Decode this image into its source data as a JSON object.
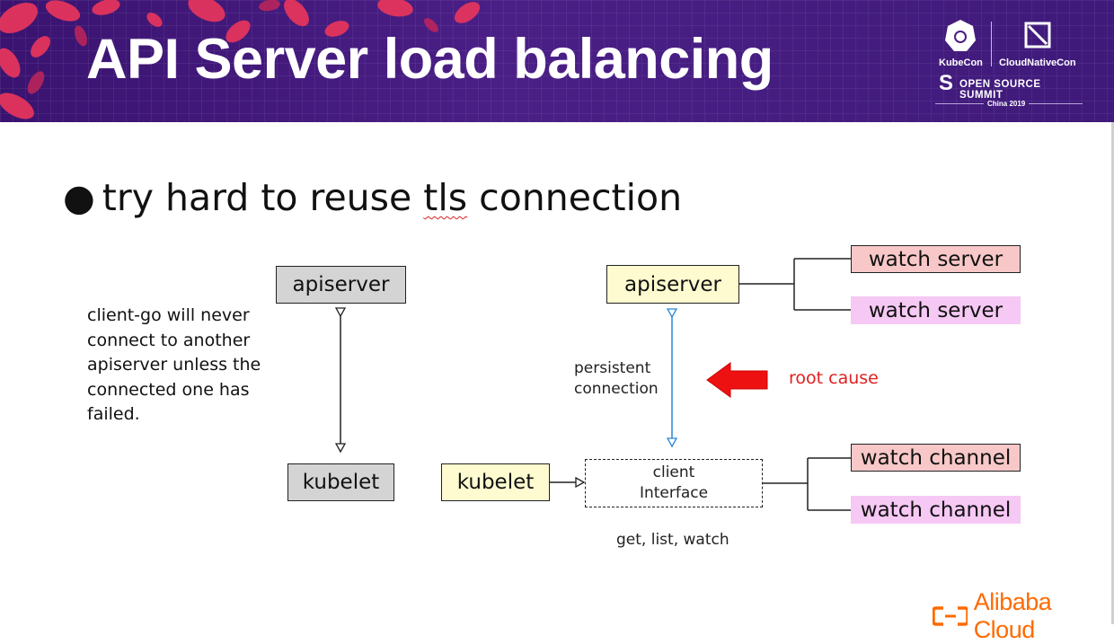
{
  "slide": {
    "title": "API Server load balancing",
    "bullet": {
      "dot": "●",
      "text_before": "try hard to reuse ",
      "text_underlined": "tls",
      "text_after": " connection"
    }
  },
  "event_logo": {
    "kubecon": "KubeCon",
    "cloudnativecon": "CloudNativeCon",
    "open_source_summit": "OPEN SOURCE SUMMIT",
    "region": "China 2019"
  },
  "left_diagram": {
    "apiserver_label": "apiserver",
    "kubelet_label": "kubelet",
    "note_lines": [
      "client-go will never",
      "connect to another",
      "apiserver unless the",
      "connected one has",
      "failed."
    ]
  },
  "right_diagram": {
    "apiserver_label": "apiserver",
    "kubelet_label": "kubelet",
    "persistent_lines": [
      "persistent",
      "connection"
    ],
    "client_interface_lines": [
      "client",
      "Interface"
    ],
    "client_methods": "get, list, watch",
    "root_cause": "root cause",
    "watch_servers": [
      "watch server",
      "watch server"
    ],
    "watch_channels": [
      "watch channel",
      "watch channel"
    ]
  },
  "footer": {
    "brand": "Alibaba Cloud"
  },
  "colors": {
    "header_purple": "#3f1a7a",
    "gray_box": "#d4d4d4",
    "yellow_box": "#fdfbcf",
    "salmon_box": "#f8c8c8",
    "magenta_box": "#f6c8f4",
    "arrow_blue": "#2b86d8",
    "root_cause_red": "#e02020",
    "brand_orange": "#ff6a00"
  }
}
